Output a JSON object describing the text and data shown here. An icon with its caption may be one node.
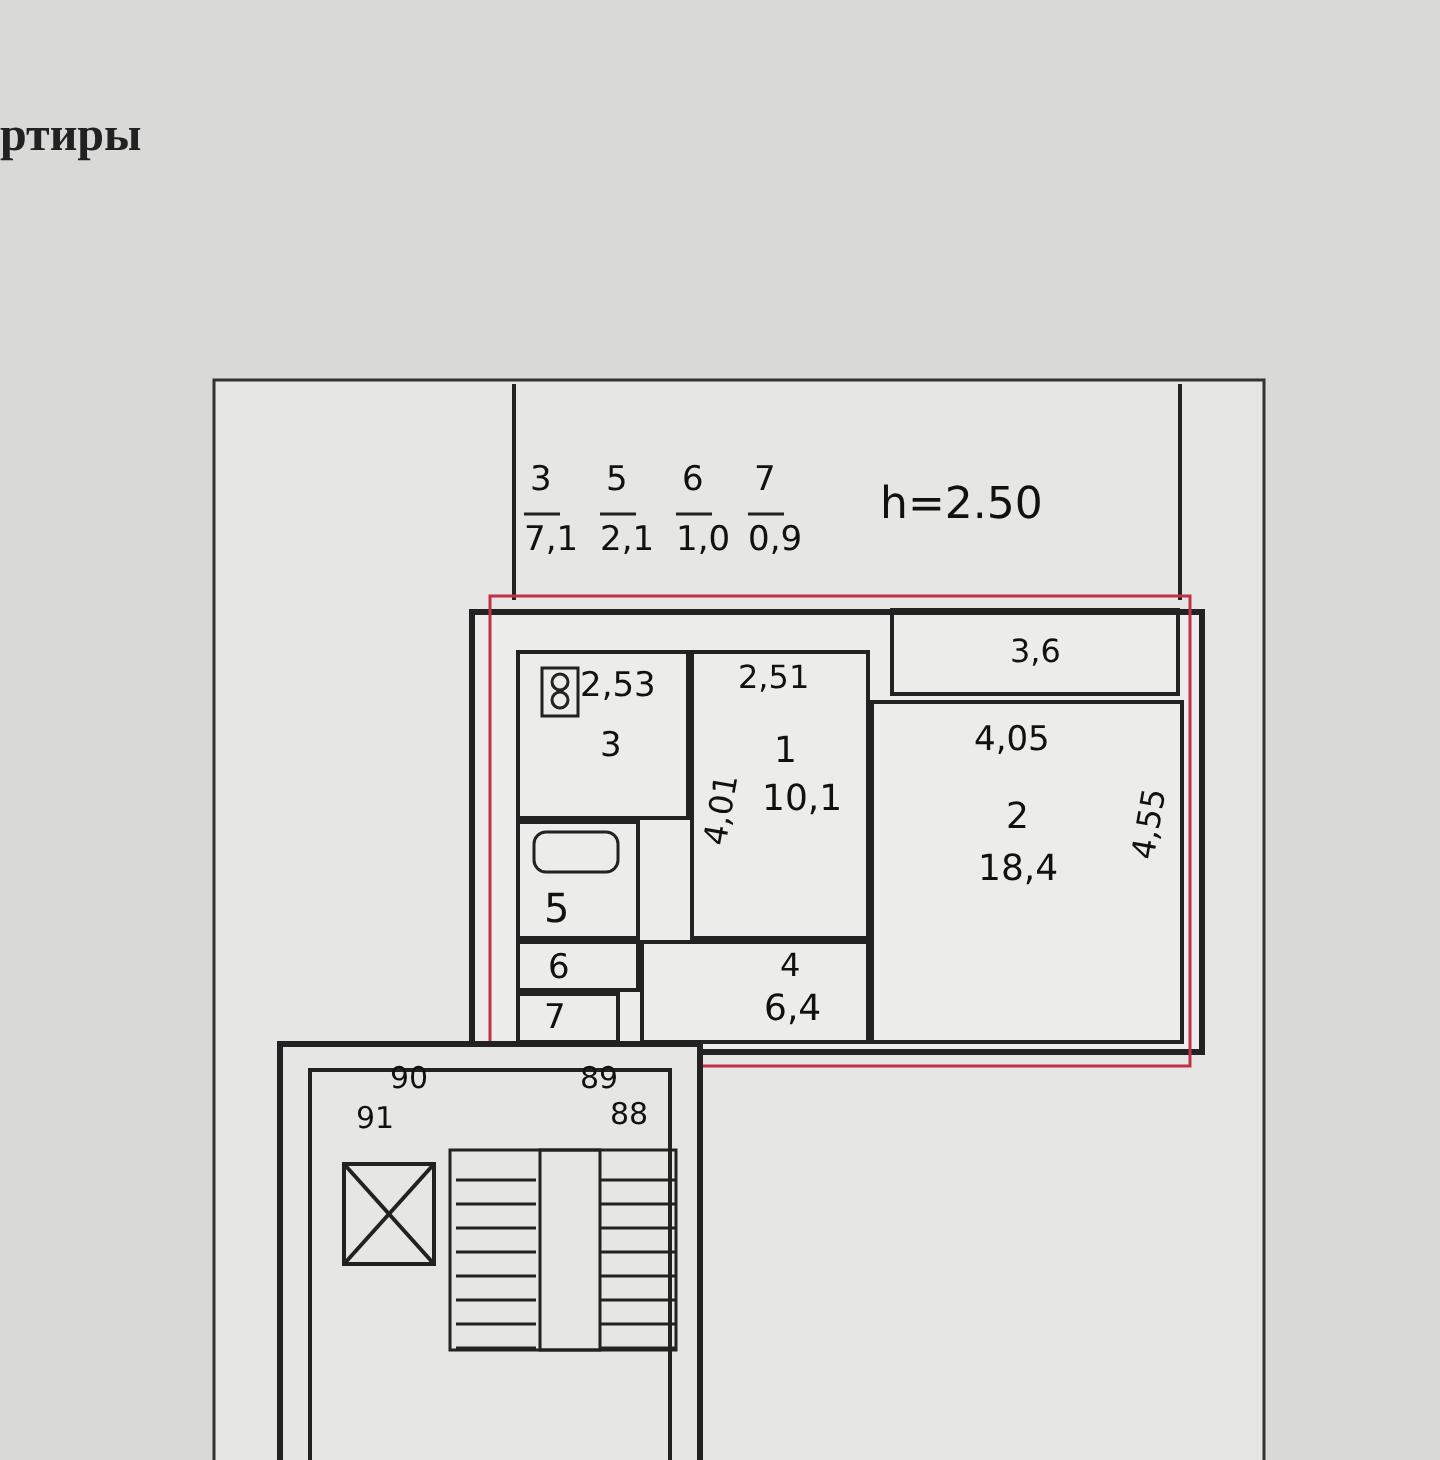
{
  "diagram": {
    "title": "ртиры",
    "nodes": [
      {
        "text": [
          "2,53",
          "3"
        ]
      },
      {
        "text": [
          "5"
        ]
      },
      {
        "text": [
          "6"
        ]
      },
      {
        "text": [
          "7"
        ]
      },
      {
        "text": [
          "2,51",
          "1",
          "10,1",
          "4,01"
        ]
      },
      {
        "text": [
          "4",
          "6,4"
        ]
      },
      {
        "text": [
          "3,6"
        ]
      },
      {
        "text": [
          "4,05",
          "2",
          "18,4",
          "4,55"
        ]
      }
    ],
    "labels": [
      "3",
      "7,1",
      "5",
      "2,1",
      "6",
      "1,0",
      "7",
      "0,9",
      "h=2.50",
      "90",
      "91",
      "89",
      "88"
    ]
  }
}
